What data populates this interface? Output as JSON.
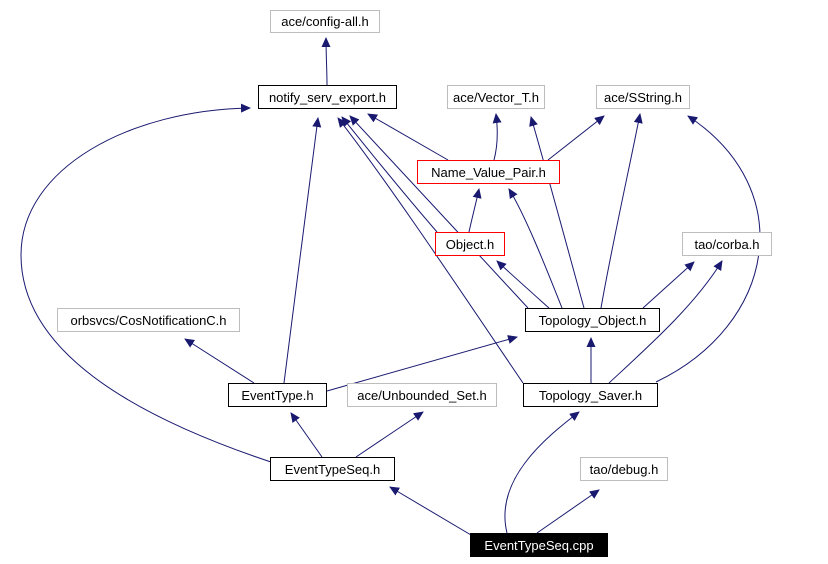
{
  "diagram": {
    "type": "include-dependency-graph",
    "background_color": "#ffffff",
    "edge_color": "#191970",
    "node_border_colors": {
      "internal": "#000000",
      "external": "#bdbdbd",
      "truncated": "#ff0000",
      "main_node_fill": "#000000"
    },
    "nodes": [
      {
        "id": "config_all",
        "label": "ace/config-all.h",
        "kind": "external"
      },
      {
        "id": "notify",
        "label": "notify_serv_export.h",
        "kind": "internal"
      },
      {
        "id": "vector",
        "label": "ace/Vector_T.h",
        "kind": "external"
      },
      {
        "id": "sstring",
        "label": "ace/SString.h",
        "kind": "external"
      },
      {
        "id": "nvp",
        "label": "Name_Value_Pair.h",
        "kind": "truncated"
      },
      {
        "id": "object",
        "label": "Object.h",
        "kind": "truncated"
      },
      {
        "id": "corba",
        "label": "tao/corba.h",
        "kind": "external"
      },
      {
        "id": "cosnotif",
        "label": "orbsvcs/CosNotificationC.h",
        "kind": "external"
      },
      {
        "id": "topobj",
        "label": "Topology_Object.h",
        "kind": "internal"
      },
      {
        "id": "eventtype",
        "label": "EventType.h",
        "kind": "internal"
      },
      {
        "id": "unbset",
        "label": "ace/Unbounded_Set.h",
        "kind": "external"
      },
      {
        "id": "topsaver",
        "label": "Topology_Saver.h",
        "kind": "internal"
      },
      {
        "id": "etseq",
        "label": "EventTypeSeq.h",
        "kind": "internal"
      },
      {
        "id": "debug",
        "label": "tao/debug.h",
        "kind": "external"
      },
      {
        "id": "cpp",
        "label": "EventTypeSeq.cpp",
        "kind": "main"
      }
    ],
    "edges": [
      {
        "from": "notify_serv_export.h",
        "to": "ace/config-all.h"
      },
      {
        "from": "Name_Value_Pair.h",
        "to": "notify_serv_export.h"
      },
      {
        "from": "Name_Value_Pair.h",
        "to": "ace/Vector_T.h"
      },
      {
        "from": "Name_Value_Pair.h",
        "to": "ace/SString.h"
      },
      {
        "from": "Object.h",
        "to": "Name_Value_Pair.h"
      },
      {
        "from": "Object.h",
        "to": "notify_serv_export.h"
      },
      {
        "from": "Topology_Object.h",
        "to": "notify_serv_export.h"
      },
      {
        "from": "Topology_Object.h",
        "to": "Name_Value_Pair.h"
      },
      {
        "from": "Topology_Object.h",
        "to": "Object.h"
      },
      {
        "from": "Topology_Object.h",
        "to": "ace/Vector_T.h"
      },
      {
        "from": "Topology_Object.h",
        "to": "ace/SString.h"
      },
      {
        "from": "Topology_Object.h",
        "to": "tao/corba.h"
      },
      {
        "from": "Topology_Saver.h",
        "to": "Topology_Object.h"
      },
      {
        "from": "Topology_Saver.h",
        "to": "notify_serv_export.h"
      },
      {
        "from": "Topology_Saver.h",
        "to": "tao/corba.h"
      },
      {
        "from": "Topology_Saver.h",
        "to": "ace/SString.h"
      },
      {
        "from": "EventType.h",
        "to": "notify_serv_export.h"
      },
      {
        "from": "EventType.h",
        "to": "orbsvcs/CosNotificationC.h"
      },
      {
        "from": "EventType.h",
        "to": "Topology_Object.h"
      },
      {
        "from": "EventTypeSeq.h",
        "to": "notify_serv_export.h"
      },
      {
        "from": "EventTypeSeq.h",
        "to": "EventType.h"
      },
      {
        "from": "EventTypeSeq.h",
        "to": "ace/Unbounded_Set.h"
      },
      {
        "from": "EventTypeSeq.cpp",
        "to": "EventTypeSeq.h"
      },
      {
        "from": "EventTypeSeq.cpp",
        "to": "Topology_Saver.h"
      },
      {
        "from": "EventTypeSeq.cpp",
        "to": "tao/debug.h"
      }
    ]
  }
}
